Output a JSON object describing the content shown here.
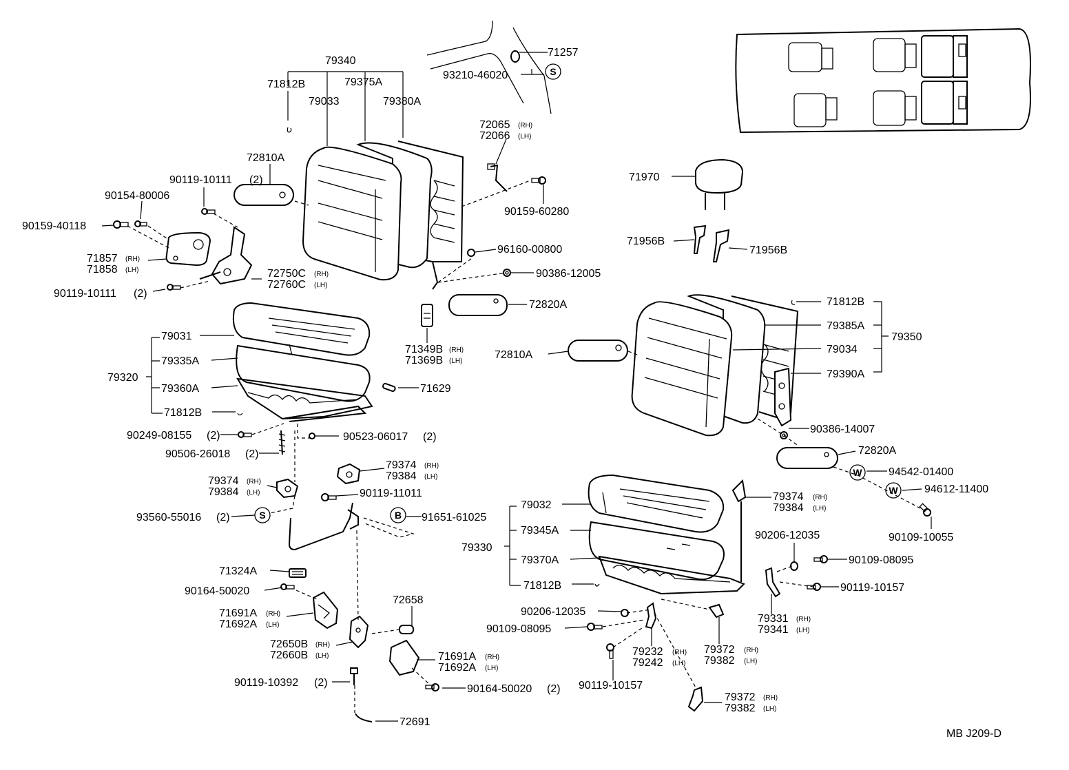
{
  "diagram_code": "MB J209-D",
  "circle_symbols": {
    "s": "S",
    "b": "B",
    "w": "W"
  },
  "suffix": {
    "rh": "(RH)",
    "lh": "(LH)"
  },
  "labels": {
    "p79340": "79340",
    "p71812B_a": "71812B",
    "p79375A": "79375A",
    "p79033": "79033",
    "p79380A": "79380A",
    "p71257": "71257",
    "p93210_46020": "93210-46020",
    "p72065": "72065",
    "p72066": "72066",
    "p72810A_a": "72810A",
    "p90119_10111_a": "90119-10111",
    "p90119_10111_a_qty": "(2)",
    "p90154_80006": "90154-80006",
    "p90159_40118": "90159-40118",
    "p90159_60280": "90159-60280",
    "p71857": "71857",
    "p71858": "71858",
    "p72750C": "72750C",
    "p72760C": "72760C",
    "p96160_00800": "96160-00800",
    "p90386_12005": "90386-12005",
    "p90119_10111_b": "90119-10111",
    "p90119_10111_b_qty": "(2)",
    "p72820A_a": "72820A",
    "p71970": "71970",
    "p71956B_a": "71956B",
    "p71956B_b": "71956B",
    "p71812B_b": "71812B",
    "p79385A": "79385A",
    "p79350": "79350",
    "p79034": "79034",
    "p79390A": "79390A",
    "p72810A_b": "72810A",
    "p79031": "79031",
    "p79335A": "79335A",
    "p79320": "79320",
    "p79360A": "79360A",
    "p71812B_c": "71812B",
    "p71349B": "71349B",
    "p71369B": "71369B",
    "p71629": "71629",
    "p90249_08155": "90249-08155",
    "p90249_08155_qty": "(2)",
    "p90523_06017": "90523-06017",
    "p90523_06017_qty": "(2)",
    "p90506_26018": "90506-26018",
    "p90506_26018_qty": "(2)",
    "p90386_14007": "90386-14007",
    "p72820A_b": "72820A",
    "p94542_01400": "94542-01400",
    "p94612_11400": "94612-11400",
    "p90109_10055": "90109-10055",
    "p79374_a": "79374",
    "p79384_a": "79384",
    "p79374_b": "79374",
    "p79384_b": "79384",
    "p79374_c": "79374",
    "p79384_c": "79384",
    "p90119_11011": "90119-11011",
    "p93560_55016": "93560-55016",
    "p93560_55016_qty": "(2)",
    "p91651_61025": "91651-61025",
    "p79032": "79032",
    "p79345A": "79345A",
    "p79330": "79330",
    "p79370A": "79370A",
    "p71812B_d": "71812B",
    "p90206_12035_a": "90206-12035",
    "p90109_08095_a": "90109-08095",
    "p90119_10157_a": "90119-10157",
    "p71324A": "71324A",
    "p90164_50020_a": "90164-50020",
    "p71691A_a": "71691A",
    "p71692A_a": "71692A",
    "p72658": "72658",
    "p72650B": "72650B",
    "p72660B": "72660B",
    "p71691A_b": "71691A",
    "p71692A_b": "71692A",
    "p90119_10392": "90119-10392",
    "p90119_10392_qty": "(2)",
    "p90164_50020_b": "90164-50020",
    "p90164_50020_b_qty": "(2)",
    "p72691": "72691",
    "p90206_12035_b": "90206-12035",
    "p90109_08095_b": "90109-08095",
    "p79232": "79232",
    "p79242": "79242",
    "p90119_10157_b": "90119-10157",
    "p79372_a": "79372",
    "p79382_a": "79382",
    "p79372_b": "79372",
    "p79382_b": "79382",
    "p79331": "79331",
    "p79341": "79341"
  }
}
